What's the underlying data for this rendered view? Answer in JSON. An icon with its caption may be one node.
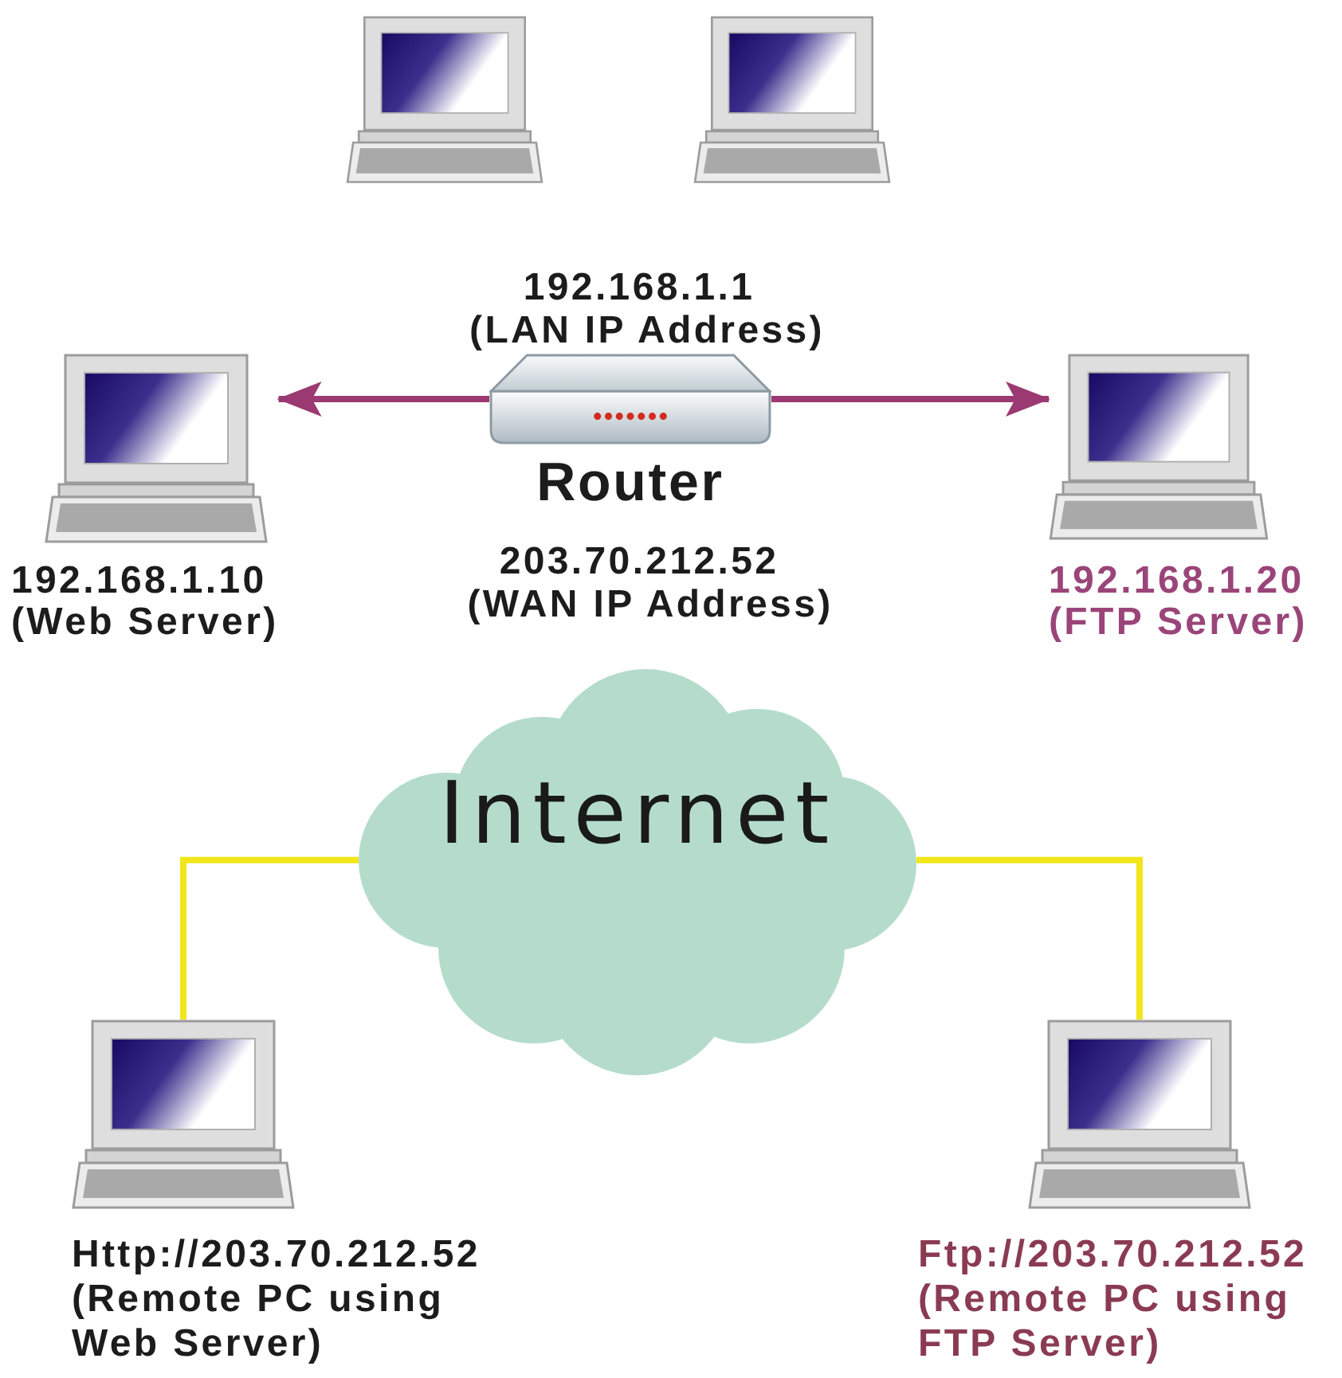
{
  "diagram": {
    "nodes": [
      {
        "text": [],
        "shape": "computer"
      },
      {
        "text": [],
        "shape": "computer"
      },
      {
        "text": [
          "192.168.1.10",
          "(Web Server)"
        ]
      },
      {
        "text": [
          "Router"
        ],
        "beside": [
          "192.168.1.1",
          "(LAN IP Address)",
          "203.70.212.52",
          "(WAN IP Address)"
        ]
      },
      {
        "text": [
          "192.168.1.20",
          "(FTP Server)"
        ]
      },
      {
        "text": [
          "Internet"
        ]
      },
      {
        "text": [
          "Http://203.70.212.52",
          "(Remote PC using Web Server)"
        ]
      },
      {
        "text": [
          "Ftp://203.70.212.52",
          "(Remote PC using FTP Server)"
        ]
      }
    ],
    "edges": [
      {
        "from": 3,
        "to": 2,
        "arrow": "to",
        "color": "#9b3a72"
      },
      {
        "from": 3,
        "to": 4,
        "arrow": "to",
        "color": "#9b3a72"
      },
      {
        "from": 5,
        "to": 6,
        "arrow": "none",
        "color": "#f2e61a"
      },
      {
        "from": 5,
        "to": 7,
        "arrow": "none",
        "color": "#f2e61a"
      }
    ]
  }
}
